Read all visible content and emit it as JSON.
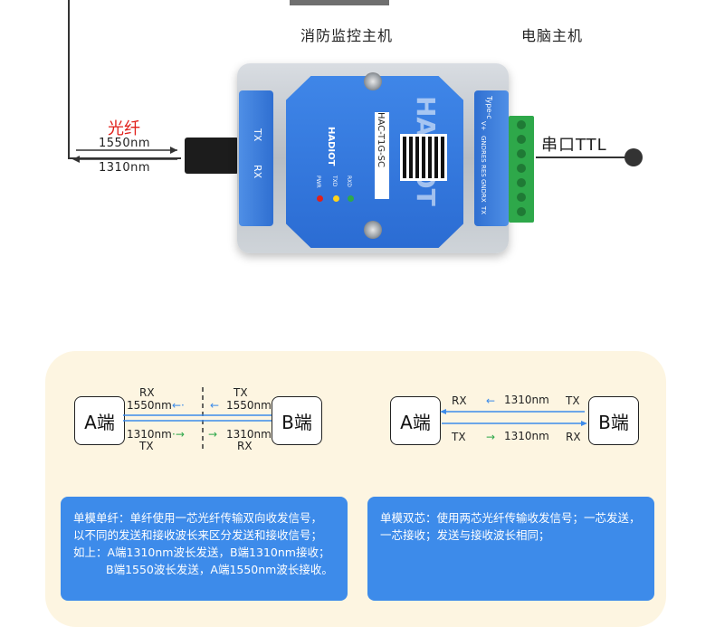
{
  "top": {
    "fire_host": "消防监控主机",
    "pc_host": "电脑主机"
  },
  "fiber": {
    "label": "光纤",
    "wavelength_top": "1550nm",
    "wavelength_bottom": "1310nm"
  },
  "serial": {
    "label": "串口TTL"
  },
  "device": {
    "brand": "HADIOT",
    "brand_large": "HADIOT",
    "model": "HAC-T1G-SC",
    "left_tx": "TX",
    "left_rx": "RX",
    "led_pwr": "PWR",
    "led_txd": "TXD",
    "led_rxd": "RXD",
    "right_type": "Type-c",
    "pins": [
      "V+",
      "GND",
      "RES",
      "RES",
      "GND",
      "RX",
      "TX"
    ]
  },
  "single_fiber": {
    "a_end": "A端",
    "b_end": "B端",
    "top_left_rx": "RX",
    "top_left_wl": "1550nm",
    "top_right_tx": "TX",
    "top_right_wl": "1550nm",
    "bottom_left_wl": "1310nm",
    "bottom_left_tx": "TX",
    "bottom_right_wl": "1310nm",
    "bottom_right_rx": "RX",
    "desc_line1": "单模单纤：单纤使用一芯光纤传输双向收发信号，",
    "desc_line2": "以不同的发送和接收波长来区分发送和接收信号；",
    "desc_line3": "如上：A端1310nm波长发送，B端1310nm接收；",
    "desc_line4": "B端1550波长发送，A端1550nm波长接收。"
  },
  "dual_fiber": {
    "a_end": "A端",
    "b_end": "B端",
    "top_rx": "RX",
    "top_wl": "1310nm",
    "top_tx": "TX",
    "bottom_tx": "TX",
    "bottom_wl": "1310nm",
    "bottom_rx": "RX",
    "desc_line1": "单模双芯：使用两芯光纤传输收发信号；一芯发送，",
    "desc_line2": "一芯接收；发送与接收波长相同；"
  },
  "colors": {
    "device_blue": "#2f6fd1",
    "arrow_blue": "#3d8bea",
    "green": "#2ea84a",
    "fiber_red": "#e0201b",
    "card_bg": "#fdf5e1"
  }
}
